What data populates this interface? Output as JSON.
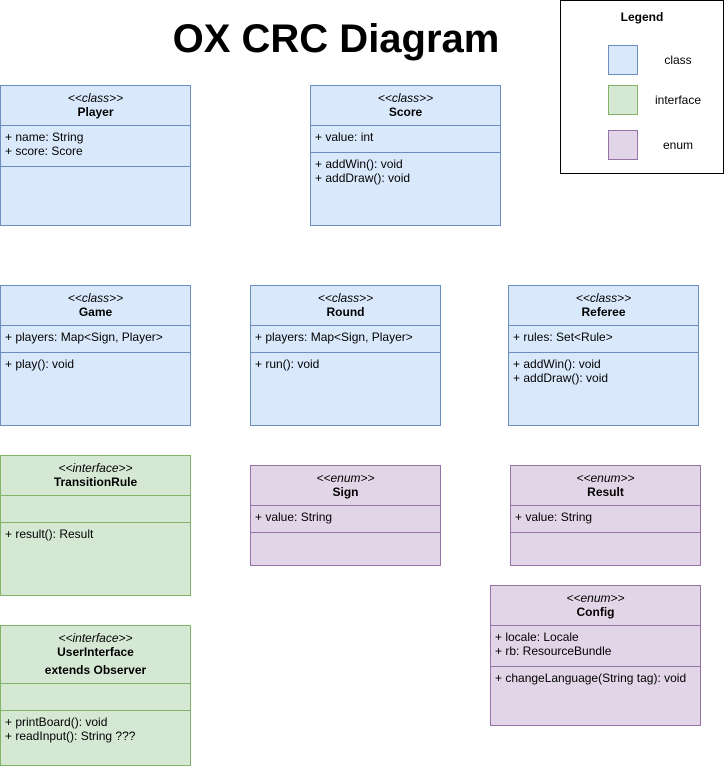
{
  "title": "OX CRC Diagram",
  "legend": {
    "title": "Legend",
    "items": [
      {
        "label": "class",
        "fill": "#dae8fc",
        "stroke": "#6c8ebf"
      },
      {
        "label": "interface",
        "fill": "#d5e8d4",
        "stroke": "#82b366"
      },
      {
        "label": "enum",
        "fill": "#e1d5e7",
        "stroke": "#9673a6"
      }
    ]
  },
  "boxes": {
    "player": {
      "stereotype": "<<class>>",
      "name": "Player",
      "fields": [
        "+ name: String",
        "+ score: Score"
      ],
      "methods": []
    },
    "score": {
      "stereotype": "<<class>>",
      "name": "Score",
      "fields": [
        "+ value: int"
      ],
      "methods": [
        "+ addWin(): void",
        "+ addDraw(): void"
      ]
    },
    "game": {
      "stereotype": "<<class>>",
      "name": "Game",
      "fields": [
        "+ players: Map<Sign, Player>"
      ],
      "methods": [
        "+ play(): void"
      ]
    },
    "round": {
      "stereotype": "<<class>>",
      "name": "Round",
      "fields": [
        "+ players: Map<Sign, Player>"
      ],
      "methods": [
        "+ run(): void"
      ]
    },
    "referee": {
      "stereotype": "<<class>>",
      "name": "Referee",
      "fields": [
        "+ rules: Set<Rule>"
      ],
      "methods": [
        "+ addWin(): void",
        "+ addDraw(): void"
      ]
    },
    "transition_rule": {
      "stereotype": "<<interface>>",
      "name": "TransitionRule",
      "fields": [],
      "methods": [
        "+ result(): Result"
      ]
    },
    "sign": {
      "stereotype": "<<enum>>",
      "name": "Sign",
      "fields": [
        "+ value: String"
      ],
      "methods": []
    },
    "result": {
      "stereotype": "<<enum>>",
      "name": "Result",
      "fields": [
        "+ value: String"
      ],
      "methods": []
    },
    "config": {
      "stereotype": "<<enum>>",
      "name": "Config",
      "fields": [
        "+ locale: Locale",
        "+ rb: ResourceBundle"
      ],
      "methods": [
        "+ changeLanguage(String tag): void"
      ]
    },
    "user_interface": {
      "stereotype": "<<interface>>",
      "name": "UserInterface",
      "extends": "extends Observer",
      "fields": [],
      "methods": [
        "+ printBoard(): void",
        "+ readInput(): String ???"
      ]
    }
  }
}
